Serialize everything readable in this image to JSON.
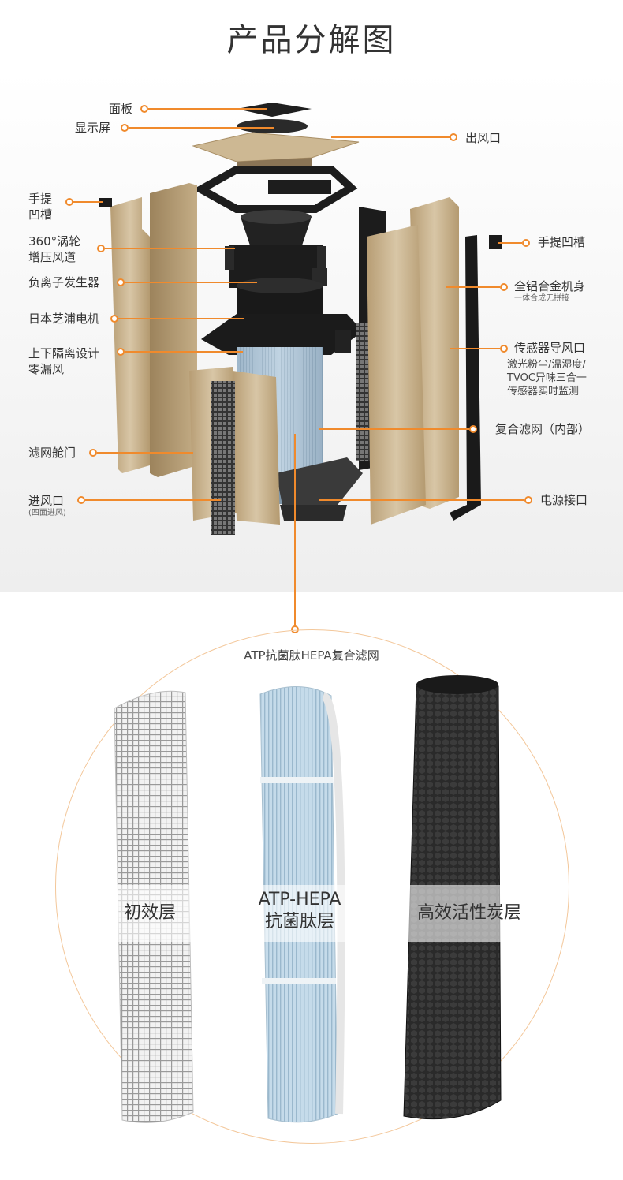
{
  "title": "产品分解图",
  "labels": {
    "panel": "面板",
    "display": "显示屏",
    "outlet": "出风口",
    "handle_left_1": "手提",
    "handle_left_2": "凹槽",
    "turbo_1": "360°涡轮",
    "turbo_2": "增压风道",
    "ion": "负离子发生器",
    "motor": "日本芝浦电机",
    "seal_1": "上下隔离设计",
    "seal_2": "零漏风",
    "door": "滤网舱门",
    "inlet": "进风口",
    "inlet_sub": "(四面进风)",
    "handle_right": "手提凹槽",
    "body": "全铝合金机身",
    "body_sub": "一体合成无拼接",
    "sensor": "传感器导风口",
    "sensor_sub_1": "激光粉尘/温湿度/",
    "sensor_sub_2": "TVOC异味三合一",
    "sensor_sub_3": "传感器实时监测",
    "filter": "复合滤网（内部）",
    "power": "电源接口"
  },
  "filter_section": {
    "title": "ATP抗菌肽HEPA复合滤网",
    "layers": {
      "pre": "初效层",
      "hepa_1": "ATP-HEPA",
      "hepa_2": "抗菌肽层",
      "carbon": "高效活性炭层"
    }
  },
  "colors": {
    "accent": "#f08a2c",
    "gold_panel": "#c9b594",
    "dark_part": "#1d1d1d",
    "hepa_blue": "#b9d4e6"
  }
}
